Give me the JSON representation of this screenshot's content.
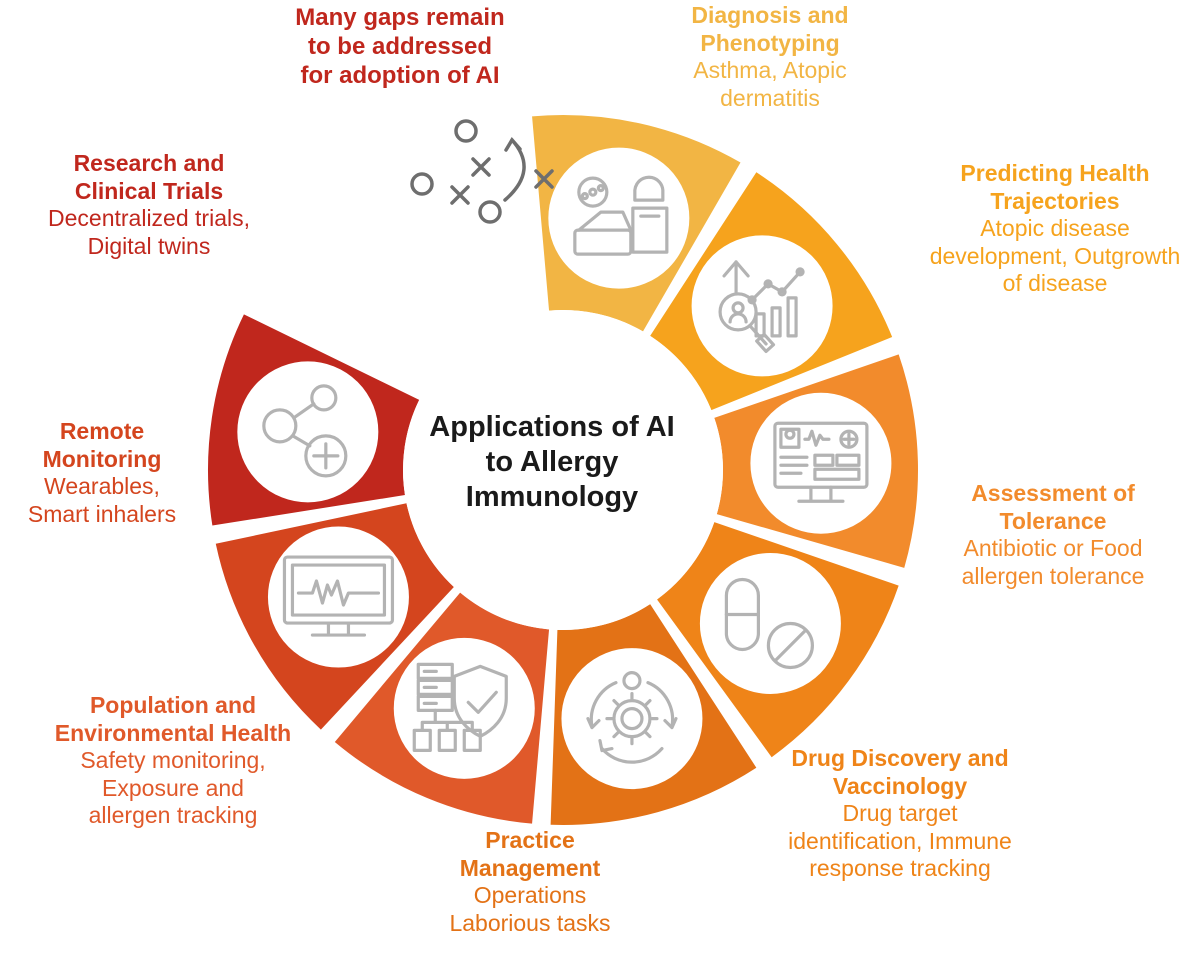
{
  "center_title": [
    "Applications of AI",
    "to Allergy",
    "Immunology"
  ],
  "gap_note": [
    "Many gaps remain",
    "to be addressed",
    "for adoption of AI"
  ],
  "segments": [
    {
      "title": [
        "Diagnosis and",
        "Phenotyping"
      ],
      "desc": [
        "Asthma, Atopic",
        "dermatitis"
      ],
      "color": "#f2b544",
      "icon": "clinician-screen-icon"
    },
    {
      "title": [
        "Predicting Health",
        "Trajectories"
      ],
      "desc": [
        "Atopic disease",
        "development, Outgrowth",
        "of disease"
      ],
      "color": "#f6a31d",
      "icon": "trend-analysis-icon"
    },
    {
      "title": [
        "Assessment of",
        "Tolerance"
      ],
      "desc": [
        "Antibiotic or Food",
        "allergen tolerance"
      ],
      "color": "#f28b2c",
      "icon": "monitor-dashboard-icon"
    },
    {
      "title": [
        "Drug Discovery  and",
        "Vaccinology"
      ],
      "desc": [
        "Drug target",
        "identification, Immune",
        "response tracking"
      ],
      "color": "#ef8418",
      "icon": "pills-icon"
    },
    {
      "title": [
        "Practice",
        "Management"
      ],
      "desc": [
        "Operations",
        "Laborious tasks"
      ],
      "color": "#e37216",
      "icon": "gear-cycle-icon"
    },
    {
      "title": [
        "Population and",
        "Environmental Health"
      ],
      "desc": [
        "Safety monitoring,",
        "Exposure and",
        "allergen tracking"
      ],
      "color": "#e0592a",
      "icon": "server-shield-icon"
    },
    {
      "title": [
        "Remote",
        "Monitoring"
      ],
      "desc": [
        "Wearables,",
        "Smart inhalers"
      ],
      "color": "#d4451e",
      "icon": "heart-monitor-icon"
    },
    {
      "title": [
        "Research and",
        "Clinical Trials"
      ],
      "desc": [
        "Decentralized trials,",
        "Digital twins"
      ],
      "color": "#c0271d",
      "icon": "network-cross-icon"
    }
  ],
  "colors": {
    "gap_text": "#c0271d",
    "center_text": "#1a1a1a",
    "icon_stroke": "#b3b3b3",
    "gap_icon": "#6e6e6e"
  }
}
